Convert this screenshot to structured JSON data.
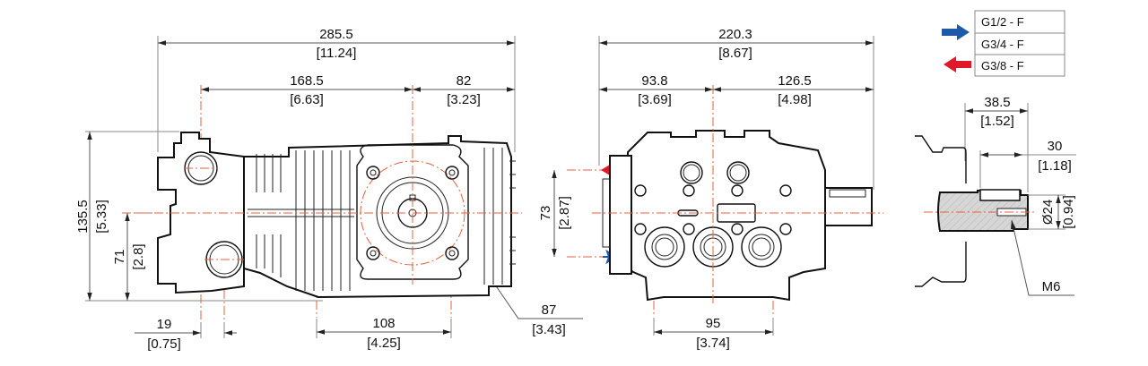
{
  "legend": {
    "rows": [
      {
        "label": "G1/2 - F",
        "arrow": "inlet-arrow-blue",
        "arrow_color": "#1f5aa8"
      },
      {
        "label": "G3/4 - F",
        "arrow": "",
        "arrow_color": ""
      },
      {
        "label": "G3/8 - F",
        "arrow": "outlet-arrow-red",
        "arrow_color": "#e0192a"
      }
    ]
  },
  "side_view": {
    "overall_length": {
      "mm": "285.5",
      "in": "[11.24]"
    },
    "port_to_shaft": {
      "mm": "168.5",
      "in": "[6.63]"
    },
    "shaft_to_end": {
      "mm": "82",
      "in": "[3.23]"
    },
    "overall_height": {
      "mm": "135.5",
      "in": "[5.33]"
    },
    "shaft_height": {
      "mm": "71",
      "in": "[2.8]"
    },
    "port_offset": {
      "mm": "19",
      "in": "[0.75]"
    },
    "mount_spacing": {
      "mm": "108",
      "in": "[4.25]"
    },
    "bolt_circle": {
      "mm": "87",
      "in": "[3.43]"
    }
  },
  "front_view": {
    "overall_width": {
      "mm": "220.3",
      "in": "[8.67]"
    },
    "left_to_center": {
      "mm": "93.8",
      "in": "[3.69]"
    },
    "center_to_shaft_end": {
      "mm": "126.5",
      "in": "[4.98]"
    },
    "port_spacing": {
      "mm": "73",
      "in": "[2.87]"
    },
    "foot_spacing": {
      "mm": "95",
      "in": "[3.74]"
    }
  },
  "shaft_detail": {
    "shaft_length": {
      "mm": "38.5",
      "in": "[1.52]"
    },
    "key_length": {
      "mm": "30",
      "in": "[1.18]"
    },
    "diameter": {
      "mm": "Ø24",
      "in": "[0.94]"
    },
    "thread": "M6"
  },
  "colors": {
    "inlet": "#1f5aa8",
    "outlet": "#e0192a",
    "centerline": "#e8603c"
  }
}
